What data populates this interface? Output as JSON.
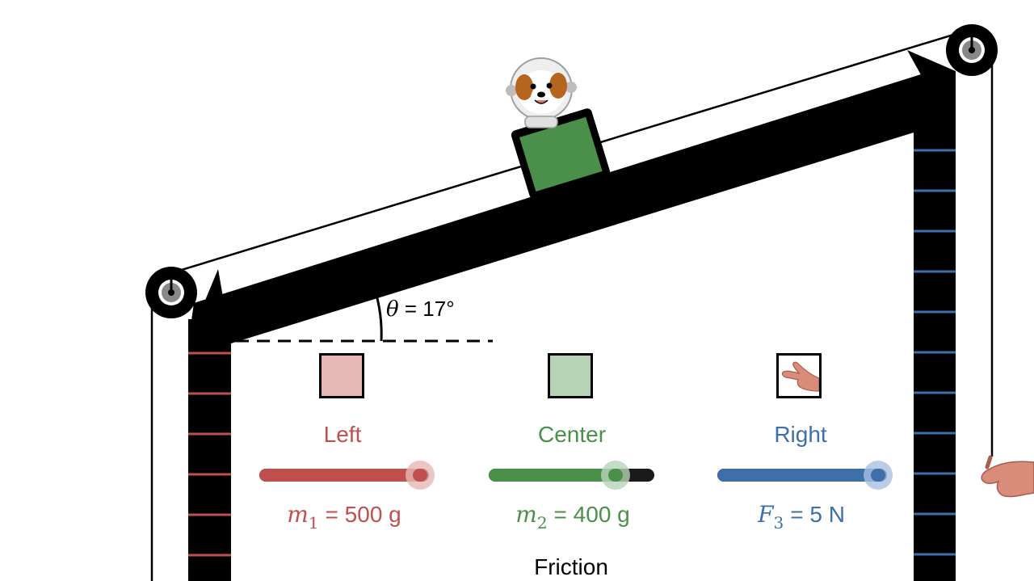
{
  "colors": {
    "left": "#c0504d",
    "left_light": "#e6b8b7",
    "center": "#4a8f4a",
    "center_light": "#b6d3b6",
    "right": "#3f6faa",
    "right_light": "#a9bfe0",
    "skin": "#d98c7a"
  },
  "incline": {
    "angle_symbol": "θ",
    "angle_text": " = 17°"
  },
  "controls": {
    "left": {
      "title": "Left",
      "symbol": "m",
      "subscript": "1",
      "value_text": "= 500 g",
      "slider_fraction": 1.0
    },
    "center": {
      "title": "Center",
      "symbol": "m",
      "subscript": "2",
      "value_text": "= 400 g",
      "slider_fraction": 0.8
    },
    "right": {
      "title": "Right",
      "symbol": "F",
      "subscript": "3",
      "value_text": "= 5 N",
      "slider_fraction": 1.0
    }
  },
  "friction_label": "Friction",
  "icons": {
    "passenger": "astronaut-dog-icon",
    "right_swatch": "hand-icon",
    "pulling_hand": "hand-icon"
  }
}
